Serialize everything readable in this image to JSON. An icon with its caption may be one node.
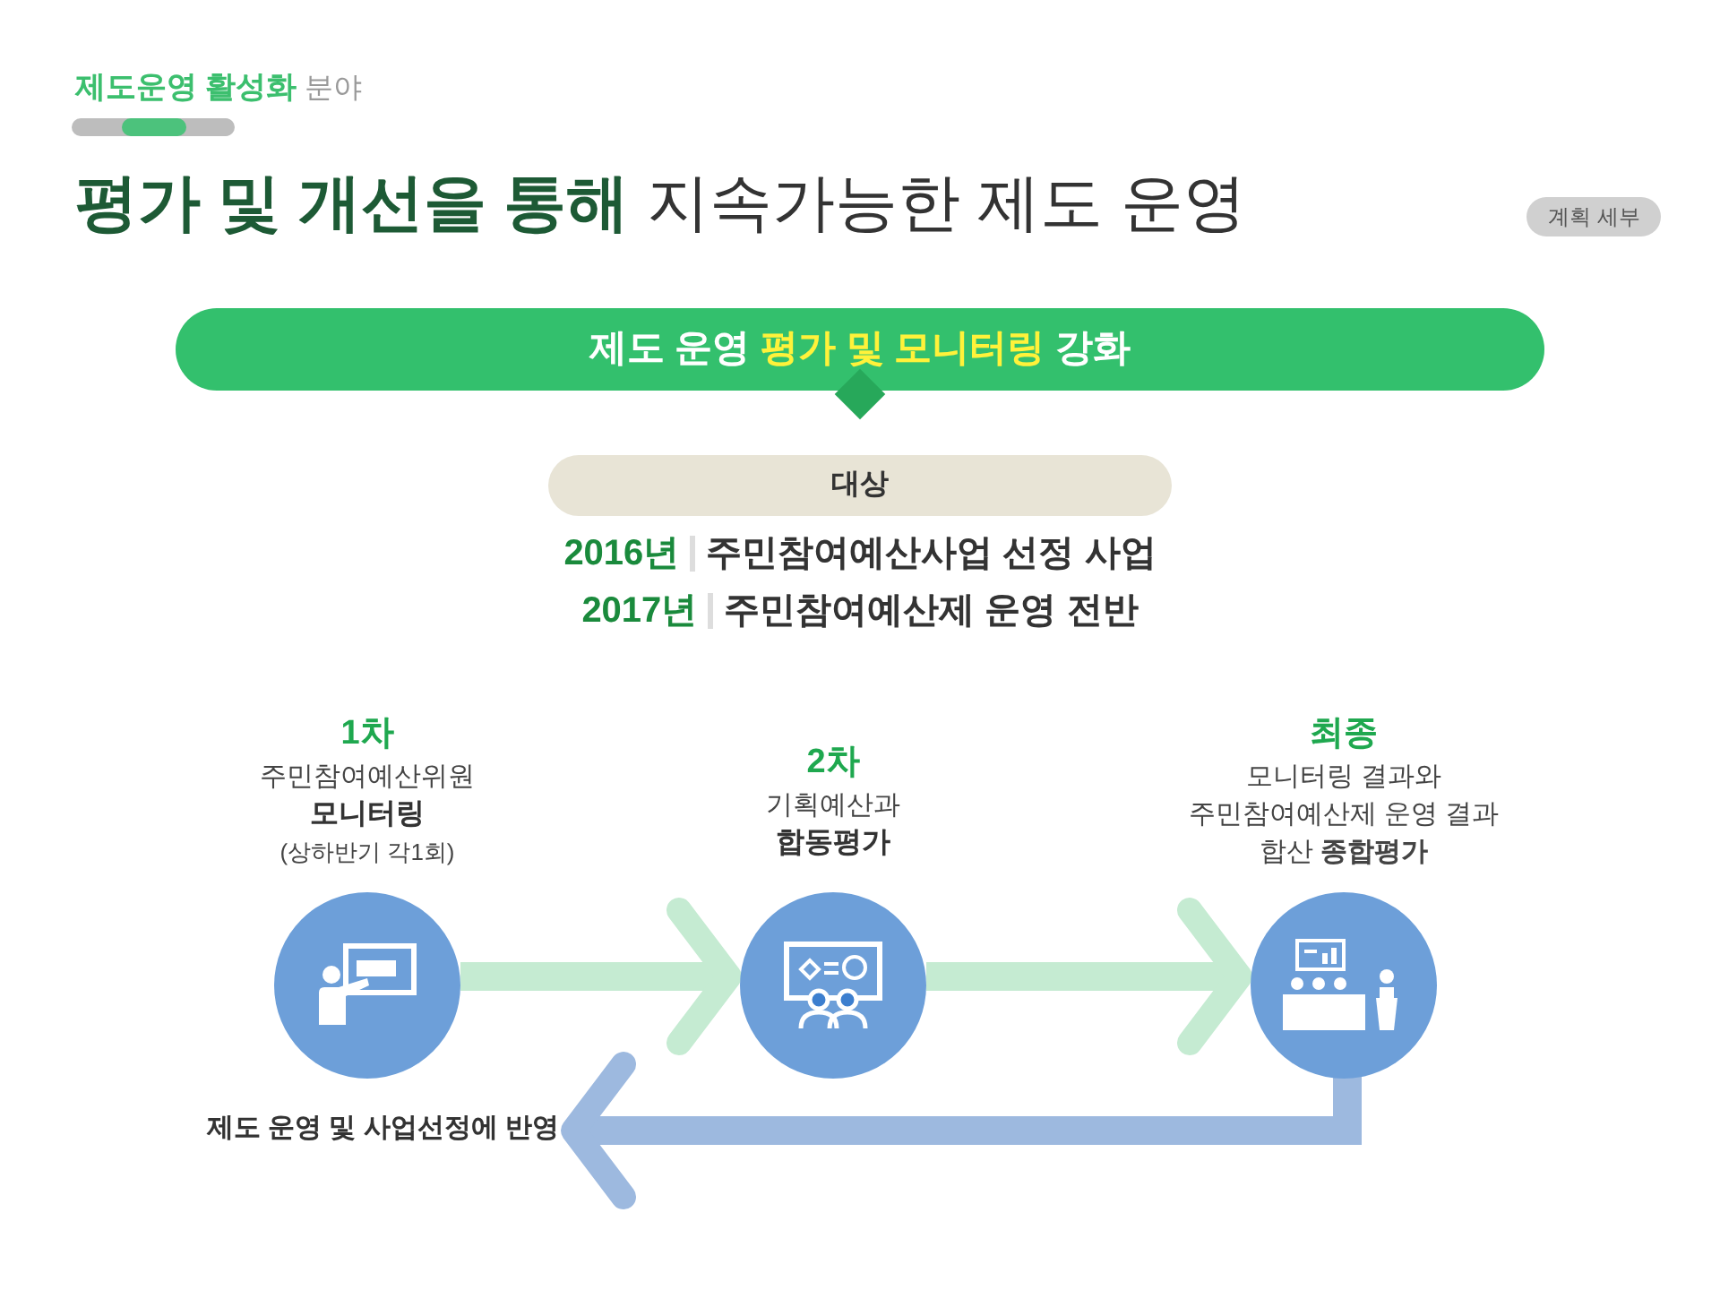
{
  "diagram": {
    "title": "**평가 및 개선을 통해** 지속가능한 제도 운영",
    "nodes": [
      {
        "text": [
          "제도 운영 **평가 및 모니터링** 강화"
        ]
      },
      {
        "text": [
          "대상"
        ]
      },
      {
        "text": [
          "1차",
          "주민참여예산위원",
          "모니터링",
          "(상하반기 각1회)"
        ]
      },
      {
        "text": [
          "2차",
          "기획예산과",
          "합동평가"
        ]
      },
      {
        "text": [
          "최종",
          "모니터링 결과와",
          "주민참여예산제 운영 결과",
          "합산 **종합평가**"
        ]
      },
      {
        "text": [
          "제도 운영 및 사업선정에 반영"
        ]
      }
    ],
    "edges": [
      {
        "from": 2,
        "to": 3,
        "arrow": "to"
      },
      {
        "from": 3,
        "to": 4,
        "arrow": "to"
      },
      {
        "from": 4,
        "to": 5,
        "arrow": "to",
        "color": "#9db9df"
      }
    ],
    "labels": [
      "**제도운영 활성화** 분야",
      "계획 세부",
      "2016년",
      "주민참여예산사업 선정 사업",
      "2017년",
      "주민참여예산제 운영 전반"
    ]
  }
}
